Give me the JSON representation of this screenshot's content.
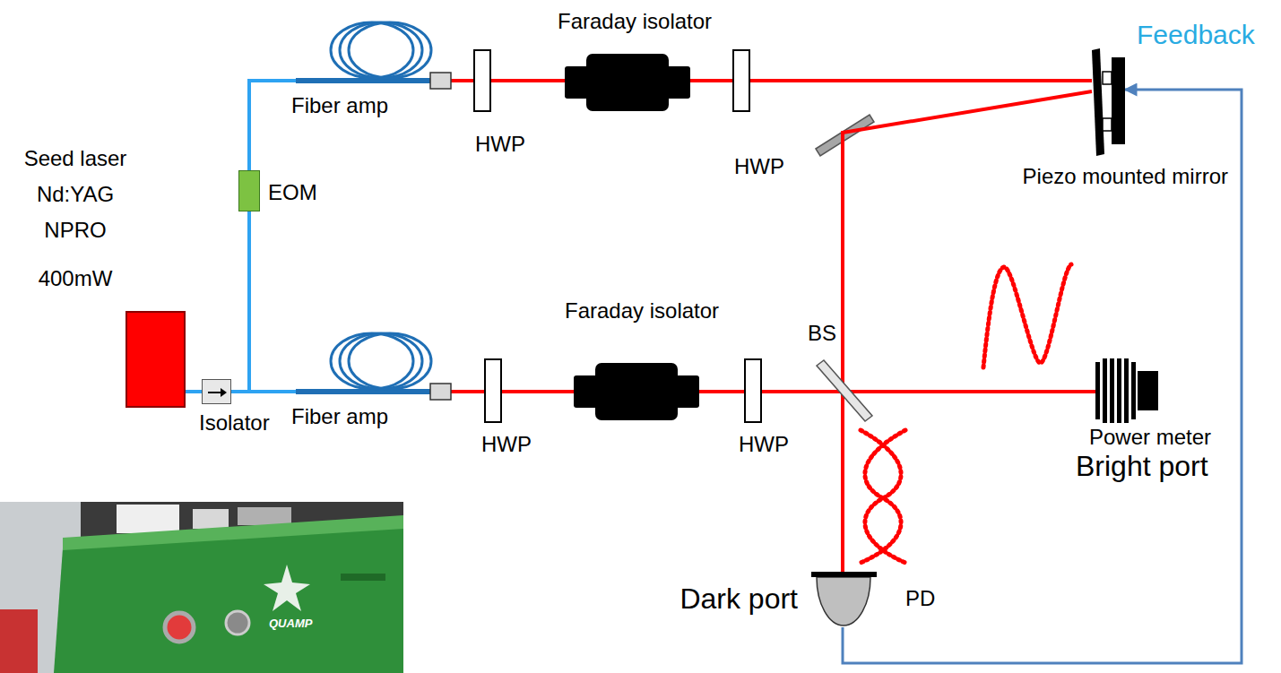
{
  "diagram": {
    "nodes": [
      {
        "text": [
          "Seed laser Nd:YAG NPRO",
          "400mW"
        ]
      },
      {
        "text": [
          "Isolator"
        ]
      },
      {
        "text": [
          "EOM"
        ]
      },
      {
        "text": [
          "Fiber amp"
        ]
      },
      {
        "text": [
          "Fiber amp"
        ]
      },
      {
        "text": [
          "HWP"
        ]
      },
      {
        "text": [
          "Faraday isolator"
        ]
      },
      {
        "text": [
          "HWP"
        ]
      },
      {
        "text": [
          "Piezo mounted mirror"
        ]
      },
      {
        "text": [
          "HWP"
        ]
      },
      {
        "text": [
          "Faraday isolator"
        ]
      },
      {
        "text": [
          "HWP"
        ]
      },
      {
        "text": [
          "BS"
        ]
      },
      {
        "text": [
          "Power meter",
          "Bright port"
        ]
      },
      {
        "text": [
          "Dark port",
          "PD"
        ]
      }
    ],
    "edges": [
      {
        "from": 0,
        "to": 1,
        "arrow": "none"
      },
      {
        "from": 1,
        "to": 2,
        "arrow": "none"
      },
      {
        "from": 1,
        "to": 4,
        "arrow": "none"
      },
      {
        "from": 2,
        "to": 3,
        "arrow": "none"
      },
      {
        "from": 3,
        "to": 5,
        "arrow": "none"
      },
      {
        "from": 5,
        "to": 6,
        "arrow": "none"
      },
      {
        "from": 6,
        "to": 7,
        "arrow": "none"
      },
      {
        "from": 7,
        "to": 8,
        "arrow": "none"
      },
      {
        "from": 8,
        "to": 12,
        "arrow": "none"
      },
      {
        "from": 4,
        "to": 9,
        "arrow": "none"
      },
      {
        "from": 9,
        "to": 10,
        "arrow": "none"
      },
      {
        "from": 10,
        "to": 11,
        "arrow": "none"
      },
      {
        "from": 11,
        "to": 12,
        "arrow": "none"
      },
      {
        "from": 12,
        "to": 13,
        "arrow": "none"
      },
      {
        "from": 12,
        "to": 14,
        "arrow": "none"
      },
      {
        "from": 14,
        "to": 8,
        "label": "Feedback",
        "arrow": "to"
      }
    ],
    "labels": [
      "QUAMP"
    ]
  }
}
